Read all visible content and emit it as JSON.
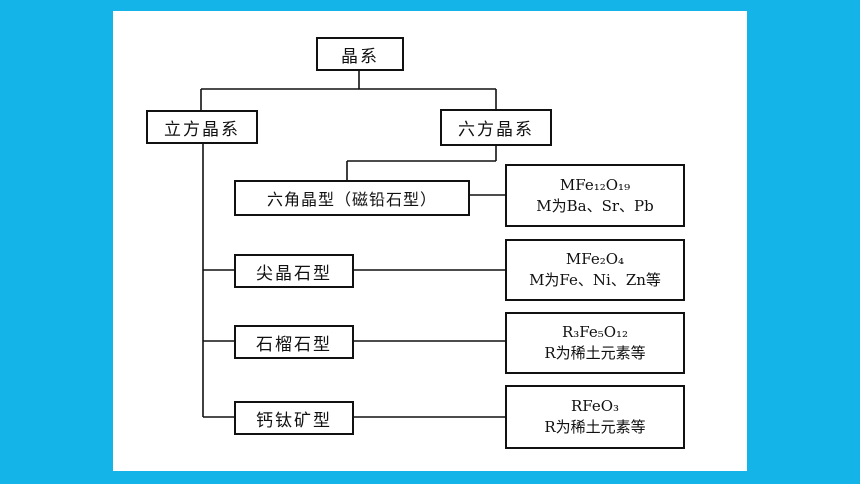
{
  "diagram": {
    "root": "晶系",
    "cubic": "立方晶系",
    "hexagonal": "六方晶系",
    "types": [
      {
        "name": "六角晶型（磁铅石型）",
        "formula": "MFe₁₂O₁₉",
        "note": "M为Ba、Sr、Pb"
      },
      {
        "name": "尖晶石型",
        "formula": "MFe₂O₄",
        "note": "M为Fe、Ni、Zn等"
      },
      {
        "name": "石榴石型",
        "formula": "R₃Fe₅O₁₂",
        "note": "R为稀土元素等"
      },
      {
        "name": "钙钛矿型",
        "formula": "RFeO₃",
        "note": "R为稀土元素等"
      }
    ]
  }
}
